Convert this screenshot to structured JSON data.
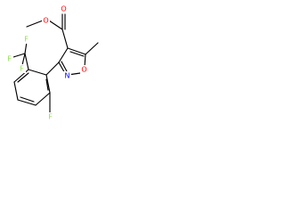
{
  "molecule": {
    "atoms": {
      "ester_oxygen_carbonyl": {
        "label": "O",
        "color": "#ff0000"
      },
      "ester_oxygen_methoxy": {
        "label": "O",
        "color": "#ff0000"
      },
      "isoxazole_oxygen": {
        "label": "O",
        "color": "#ff0000"
      },
      "isoxazole_nitrogen": {
        "label": "N",
        "color": "#0000ff"
      },
      "fluorine_ring": {
        "label": "F",
        "color": "#90e050"
      },
      "fluorine_cf3_top": {
        "label": "F",
        "color": "#90e050"
      },
      "fluorine_cf3_left": {
        "label": "F",
        "color": "#90e050"
      },
      "fluorine_cf3_bottom": {
        "label": "F",
        "color": "#90e050"
      }
    },
    "colors": {
      "bond": "#000000",
      "background": "#ffffff"
    }
  }
}
